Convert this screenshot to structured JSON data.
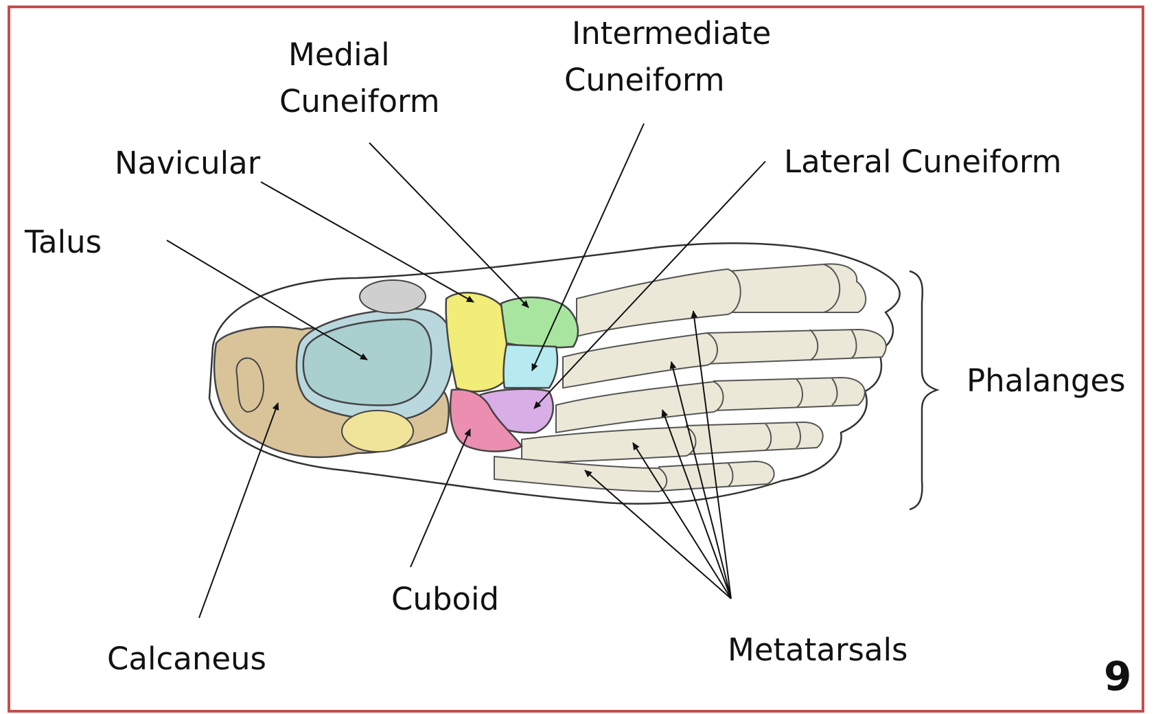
{
  "labels": {
    "medial_cuneiform_line1": "Medial",
    "medial_cuneiform_line2": "Cuneiform",
    "intermediate_cuneiform_line1": "Intermediate",
    "intermediate_cuneiform_line2": "Cuneiform",
    "navicular": "Navicular",
    "lateral_cuneiform": "Lateral Cuneiform",
    "talus": "Talus",
    "phalanges": "Phalanges",
    "cuboid": "Cuboid",
    "calcaneus": "Calcaneus",
    "metatarsals": "Metatarsals"
  },
  "page_number": "9",
  "colors": {
    "frame": "#c0504d",
    "talus": "#a9cfcf",
    "talus_outer": "#b9d8de",
    "calcaneus": "#d9c49a",
    "navicular": "#f2ec78",
    "medial_cuneiform": "#a8e6a0",
    "intermediate_cuneiform": "#b7eaf0",
    "lateral_cuneiform": "#d9aee6",
    "cuboid": "#ec8eb0",
    "sesamoid": "#efe49a",
    "metatarsal_bone": "#ece8d8"
  }
}
